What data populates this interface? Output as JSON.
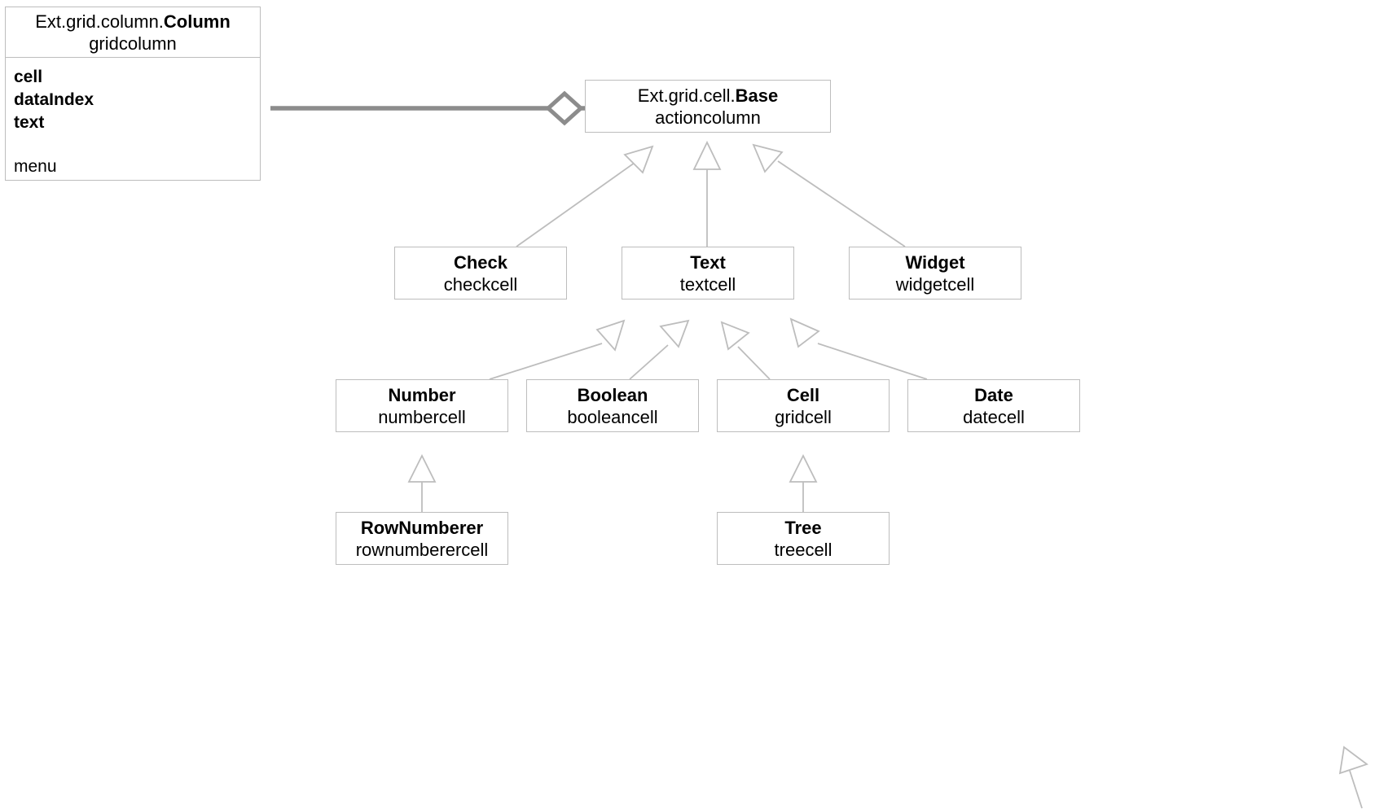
{
  "diagram": {
    "type": "uml-class-diagram",
    "background_color": "#ffffff",
    "box_border_color": "#bdbdbd",
    "edge_color": "#bdbdbd",
    "aggregation_color": "#8c8c8c",
    "text_color": "#000000"
  },
  "nodes": {
    "column": {
      "name_prefix": "Ext.grid.column.",
      "name_bold": "Column",
      "alias": "gridcolumn",
      "attributes": [
        "cell",
        "dataIndex",
        "text"
      ],
      "config": "menu"
    },
    "base": {
      "name_prefix": "Ext.grid.cell.",
      "name_bold": "Base",
      "alias": "actioncolumn"
    },
    "check": {
      "name": "Check",
      "alias": "checkcell"
    },
    "text": {
      "name": "Text",
      "alias": "textcell"
    },
    "widget": {
      "name": "Widget",
      "alias": "widgetcell"
    },
    "number": {
      "name": "Number",
      "alias": "numbercell"
    },
    "boolean": {
      "name": "Boolean",
      "alias": "booleancell"
    },
    "cell": {
      "name": "Cell",
      "alias": "gridcell"
    },
    "date": {
      "name": "Date",
      "alias": "datecell"
    },
    "rownumberer": {
      "name": "RowNumberer",
      "alias": "rownumberercell"
    },
    "tree": {
      "name": "Tree",
      "alias": "treecell"
    }
  },
  "edges": [
    {
      "kind": "aggregation",
      "from": "column",
      "to": "base"
    },
    {
      "kind": "generalization",
      "from": "check",
      "to": "base"
    },
    {
      "kind": "generalization",
      "from": "text",
      "to": "base"
    },
    {
      "kind": "generalization",
      "from": "widget",
      "to": "base"
    },
    {
      "kind": "generalization",
      "from": "number",
      "to": "text"
    },
    {
      "kind": "generalization",
      "from": "boolean",
      "to": "text"
    },
    {
      "kind": "generalization",
      "from": "cell",
      "to": "text"
    },
    {
      "kind": "generalization",
      "from": "date",
      "to": "text"
    },
    {
      "kind": "generalization",
      "from": "rownumberer",
      "to": "number"
    },
    {
      "kind": "generalization",
      "from": "tree",
      "to": "cell"
    }
  ]
}
